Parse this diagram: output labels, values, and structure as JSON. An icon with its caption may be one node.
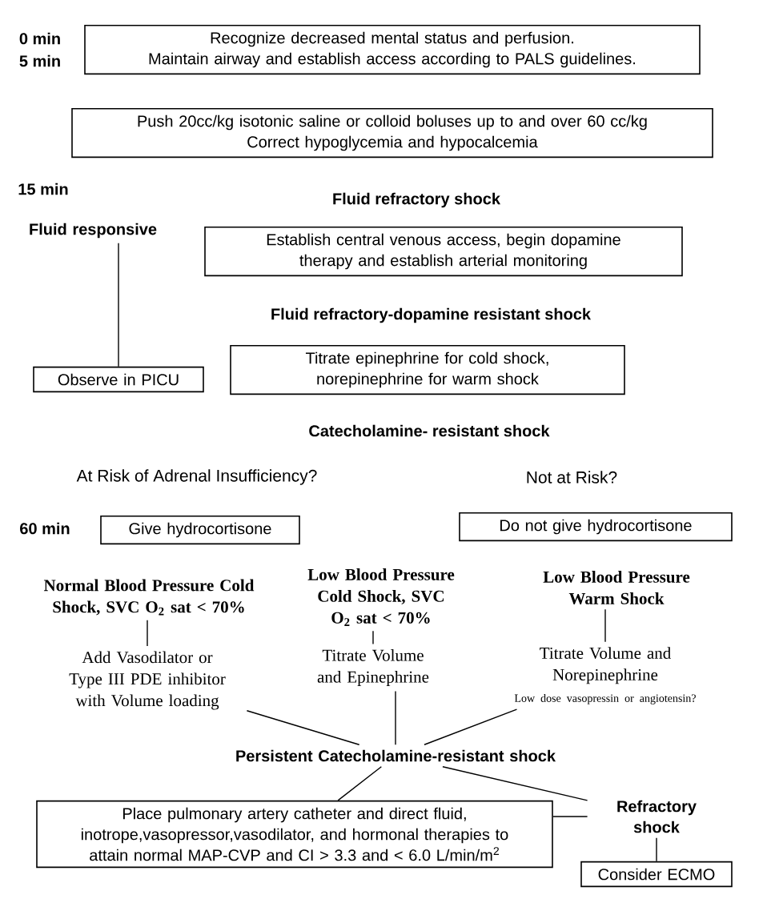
{
  "diagram": {
    "nodes": [
      {
        "text": [
          "Recognize decreased mental status and perfusion.",
          "Maintain airway and establish access according to PALS guidelines."
        ]
      },
      {
        "text": [
          "Push 20cc/kg isotonic saline or colloid boluses up to and over 60 cc/kg",
          "Correct hypoglycemia and hypocalcemia"
        ]
      },
      {
        "text": [
          "Fluid responsive"
        ]
      },
      {
        "text": [
          "Observe in PICU"
        ]
      },
      {
        "text": [
          "Establish central venous access, begin dopamine therapy and establish arterial monitoring"
        ]
      },
      {
        "text": [
          "Titrate epinephrine for cold shock, norepinephrine for warm shock"
        ]
      },
      {
        "text": [
          "Give hydrocortisone"
        ]
      },
      {
        "text": [
          "Do not give hydrocortisone"
        ]
      },
      {
        "text": [
          "Normal Blood Pressure Cold Shock, SVC O$_{2}$ sat < 70%"
        ]
      },
      {
        "text": [
          "Low Blood Pressure Cold Shock, SVC O$_{2}$ sat < 70%"
        ]
      },
      {
        "text": [
          "Low Blood Pressure Warm Shock"
        ]
      },
      {
        "text": [
          "Add Vasodilator or Type III PDE inhibitor with Volume loading"
        ]
      },
      {
        "text": [
          "Titrate Volume and Epinephrine"
        ]
      },
      {
        "text": [
          "Titrate Volume and Norepinephrine",
          "Low dose vasopressin or angiotensin?"
        ]
      },
      {
        "text": [
          "Persistent Catecholamine-resistant shock"
        ]
      },
      {
        "text": [
          "Place pulmonary artery catheter and direct fluid, inotrope,vasopressor,vasodilator, and hormonal therapies to attain normal MAP-CVP and CI > 3.3 and < 6.0 L/min/m$^{2}$"
        ]
      },
      {
        "text": [
          "Refractory shock"
        ]
      },
      {
        "text": [
          "Consider ECMO"
        ]
      }
    ],
    "edges": [
      {
        "from": 2,
        "to": 3,
        "arrow": "none"
      },
      {
        "from": 8,
        "to": 11,
        "arrow": "none"
      },
      {
        "from": 9,
        "to": 12,
        "arrow": "none"
      },
      {
        "from": 10,
        "to": 13,
        "arrow": "none"
      },
      {
        "from": 11,
        "to": 14,
        "arrow": "none"
      },
      {
        "from": 12,
        "to": 14,
        "arrow": "none"
      },
      {
        "from": 13,
        "to": 14,
        "arrow": "none"
      },
      {
        "from": 14,
        "to": 15,
        "arrow": "none"
      },
      {
        "from": 15,
        "to": 16,
        "arrow": "none"
      },
      {
        "from": 14,
        "to": 16,
        "arrow": "none"
      },
      {
        "from": 16,
        "to": 17,
        "arrow": "none"
      }
    ],
    "labels": [
      "0 min",
      "5 min",
      "15 min",
      "Fluid refractory shock",
      "Fluid refractory-dopamine resistant shock",
      "Catecholamine- resistant shock",
      "At Risk of Adrenal Insufficiency?",
      "Not at Risk?",
      "60 min"
    ]
  }
}
